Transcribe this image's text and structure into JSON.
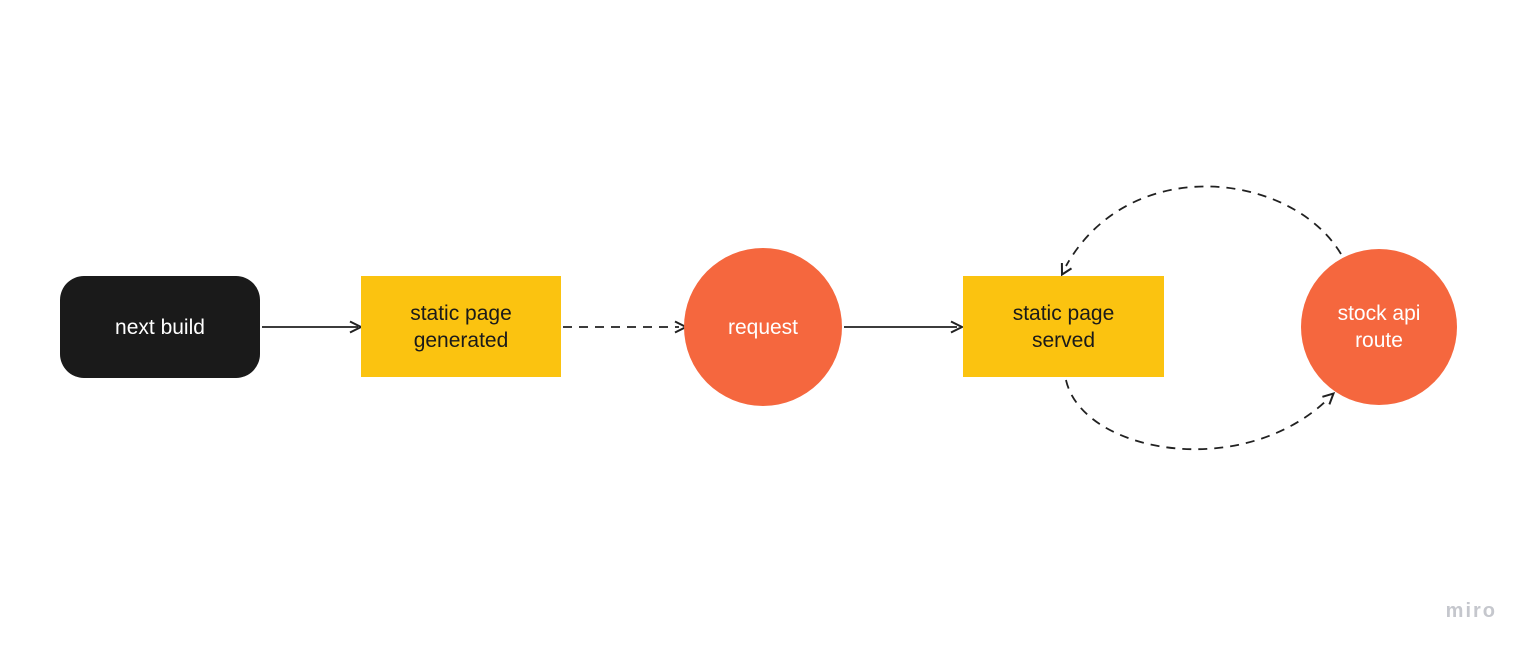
{
  "diagram": {
    "tool_watermark": "miro",
    "background_color": "#ffffff",
    "connector_color": "#212121",
    "watermark_color": "#c5c7cd"
  },
  "nodes": [
    {
      "id": "next-build",
      "shape": "rounded-rectangle",
      "label": "next build",
      "fill": "#1a1a1a",
      "text_color": "#ffffff"
    },
    {
      "id": "static-page-generated",
      "shape": "rectangle",
      "label": "static page\ngenerated",
      "fill": "#fbc310",
      "text_color": "#1a1a1a"
    },
    {
      "id": "request",
      "shape": "circle",
      "label": "request",
      "fill": "#f5673e",
      "text_color": "#ffffff"
    },
    {
      "id": "static-page-served",
      "shape": "rectangle",
      "label": "static page\nserved",
      "fill": "#fbc310",
      "text_color": "#1a1a1a"
    },
    {
      "id": "stock-api-route",
      "shape": "circle",
      "label": "stock api\nroute",
      "fill": "#f5673e",
      "text_color": "#ffffff"
    }
  ],
  "connectors": [
    {
      "from": "next-build",
      "to": "static-page-generated",
      "style": "solid",
      "arrow": "end"
    },
    {
      "from": "static-page-generated",
      "to": "request",
      "style": "dashed",
      "arrow": "end"
    },
    {
      "from": "request",
      "to": "static-page-served",
      "style": "solid",
      "arrow": "end"
    },
    {
      "from": "stock-api-route",
      "to": "static-page-served",
      "style": "dashed-curve",
      "arrow": "end"
    },
    {
      "from": "static-page-served",
      "to": "stock-api-route",
      "style": "dashed-curve",
      "arrow": "end"
    }
  ]
}
